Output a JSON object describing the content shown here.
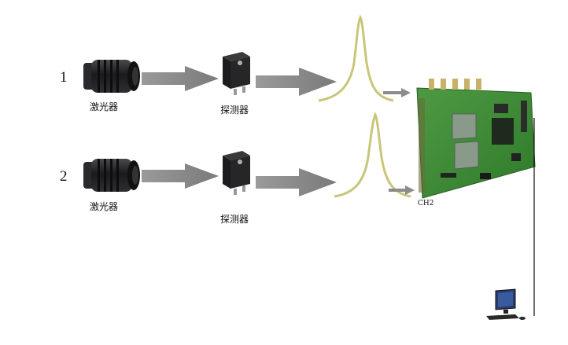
{
  "row1": {
    "number": "1",
    "laser_label": "激光器",
    "detector_label": "探测器"
  },
  "row2": {
    "number": "2",
    "laser_label": "激光器",
    "detector_label": "探测器"
  },
  "board": {
    "channel_label": "CH2",
    "color": "#3f8a36"
  },
  "colors": {
    "arrow": "#8c8c8c",
    "pulse": "#c9c57a",
    "laser_body": "#1c1c1e"
  },
  "icons": [
    "laser-icon",
    "detector-icon",
    "daq-board-icon",
    "computer-icon"
  ]
}
